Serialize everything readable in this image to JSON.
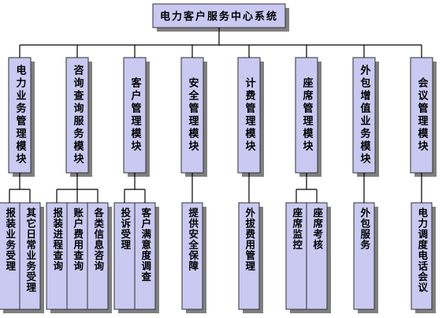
{
  "root": {
    "label": "电力客户服务中心系统"
  },
  "modules": [
    {
      "label": "电力业务管理模块",
      "children": [
        "报装业务受理",
        "其它日常业务受理"
      ]
    },
    {
      "label": "咨询查询服务模块",
      "children": [
        "报装进程查询",
        "账户费用查询",
        "各类信息咨询"
      ]
    },
    {
      "label": "客户管理模块",
      "children": [
        "投诉受理",
        "客户满意度调查"
      ]
    },
    {
      "label": "安全管理模块",
      "children": [
        "提供安全保障"
      ]
    },
    {
      "label": "计费管理模块",
      "children": [
        "外拔费用管理"
      ]
    },
    {
      "label": "座席管理模块",
      "children": [
        "座席监控",
        "座席考核"
      ]
    },
    {
      "label": "外包增值业务模块",
      "children": [
        "外包服务"
      ]
    },
    {
      "label": "会议管理模块",
      "children": [
        "电力调度电话会议"
      ]
    }
  ],
  "colors": {
    "box_fill": "#c9c9f2",
    "shadow": "#7f7f7f",
    "line": "#000000"
  }
}
